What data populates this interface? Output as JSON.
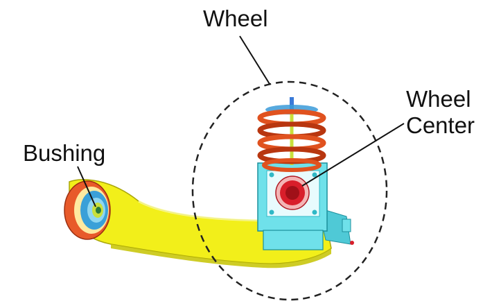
{
  "labels": {
    "wheel": "Wheel",
    "wheel_center": "Wheel Center",
    "bushing": "Bushing"
  },
  "colors": {
    "arm": "#f2ef1a",
    "arm_shade": "#c9c60e",
    "spring": "#e0521f",
    "spring_dark": "#b8360f",
    "spring_inner": "#c8e03c",
    "knuckle": "#6fe1ea",
    "knuckle_dark": "#2fb8c6",
    "hub_center": "#d81e2a",
    "bushing_outer": "#e85a2a",
    "bushing_inner": "#3aa0d8",
    "leader_line": "#111111"
  }
}
